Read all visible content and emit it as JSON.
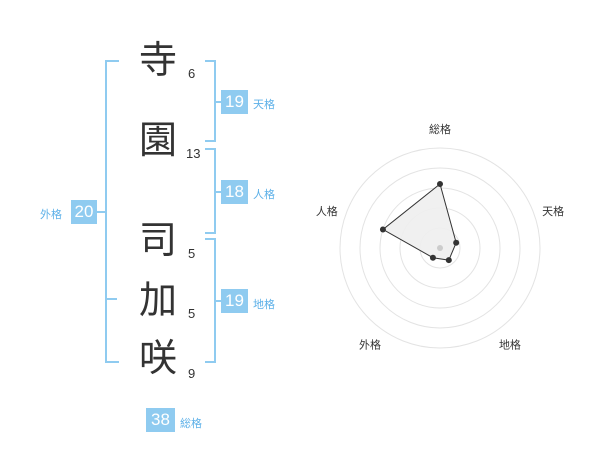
{
  "name": {
    "chars": [
      {
        "char": "寺",
        "strokes": "6"
      },
      {
        "char": "園",
        "strokes": "13"
      },
      {
        "char": "司",
        "strokes": "5"
      },
      {
        "char": "加",
        "strokes": "5"
      },
      {
        "char": "咲",
        "strokes": "9"
      }
    ]
  },
  "fortunes": {
    "tenkaku": {
      "value": "19",
      "label": "天格"
    },
    "jinkaku": {
      "value": "18",
      "label": "人格"
    },
    "chikaku": {
      "value": "19",
      "label": "地格"
    },
    "gaikaku": {
      "value": "20",
      "label": "外格"
    },
    "soukaku": {
      "value": "38",
      "label": "総格"
    }
  },
  "colors": {
    "accent": "#8fcbf0",
    "label": "#5cb0e8",
    "text": "#333333",
    "grid": "#e3e3e3"
  },
  "chart_data": {
    "type": "radar",
    "axes": [
      "総格",
      "天格",
      "地格",
      "外格",
      "人格"
    ],
    "values": [
      3.2,
      0.85,
      0.75,
      0.6,
      3.0
    ],
    "range": [
      0,
      5
    ],
    "rings": 5,
    "fill": "#eeeeee",
    "line": "#333333"
  }
}
